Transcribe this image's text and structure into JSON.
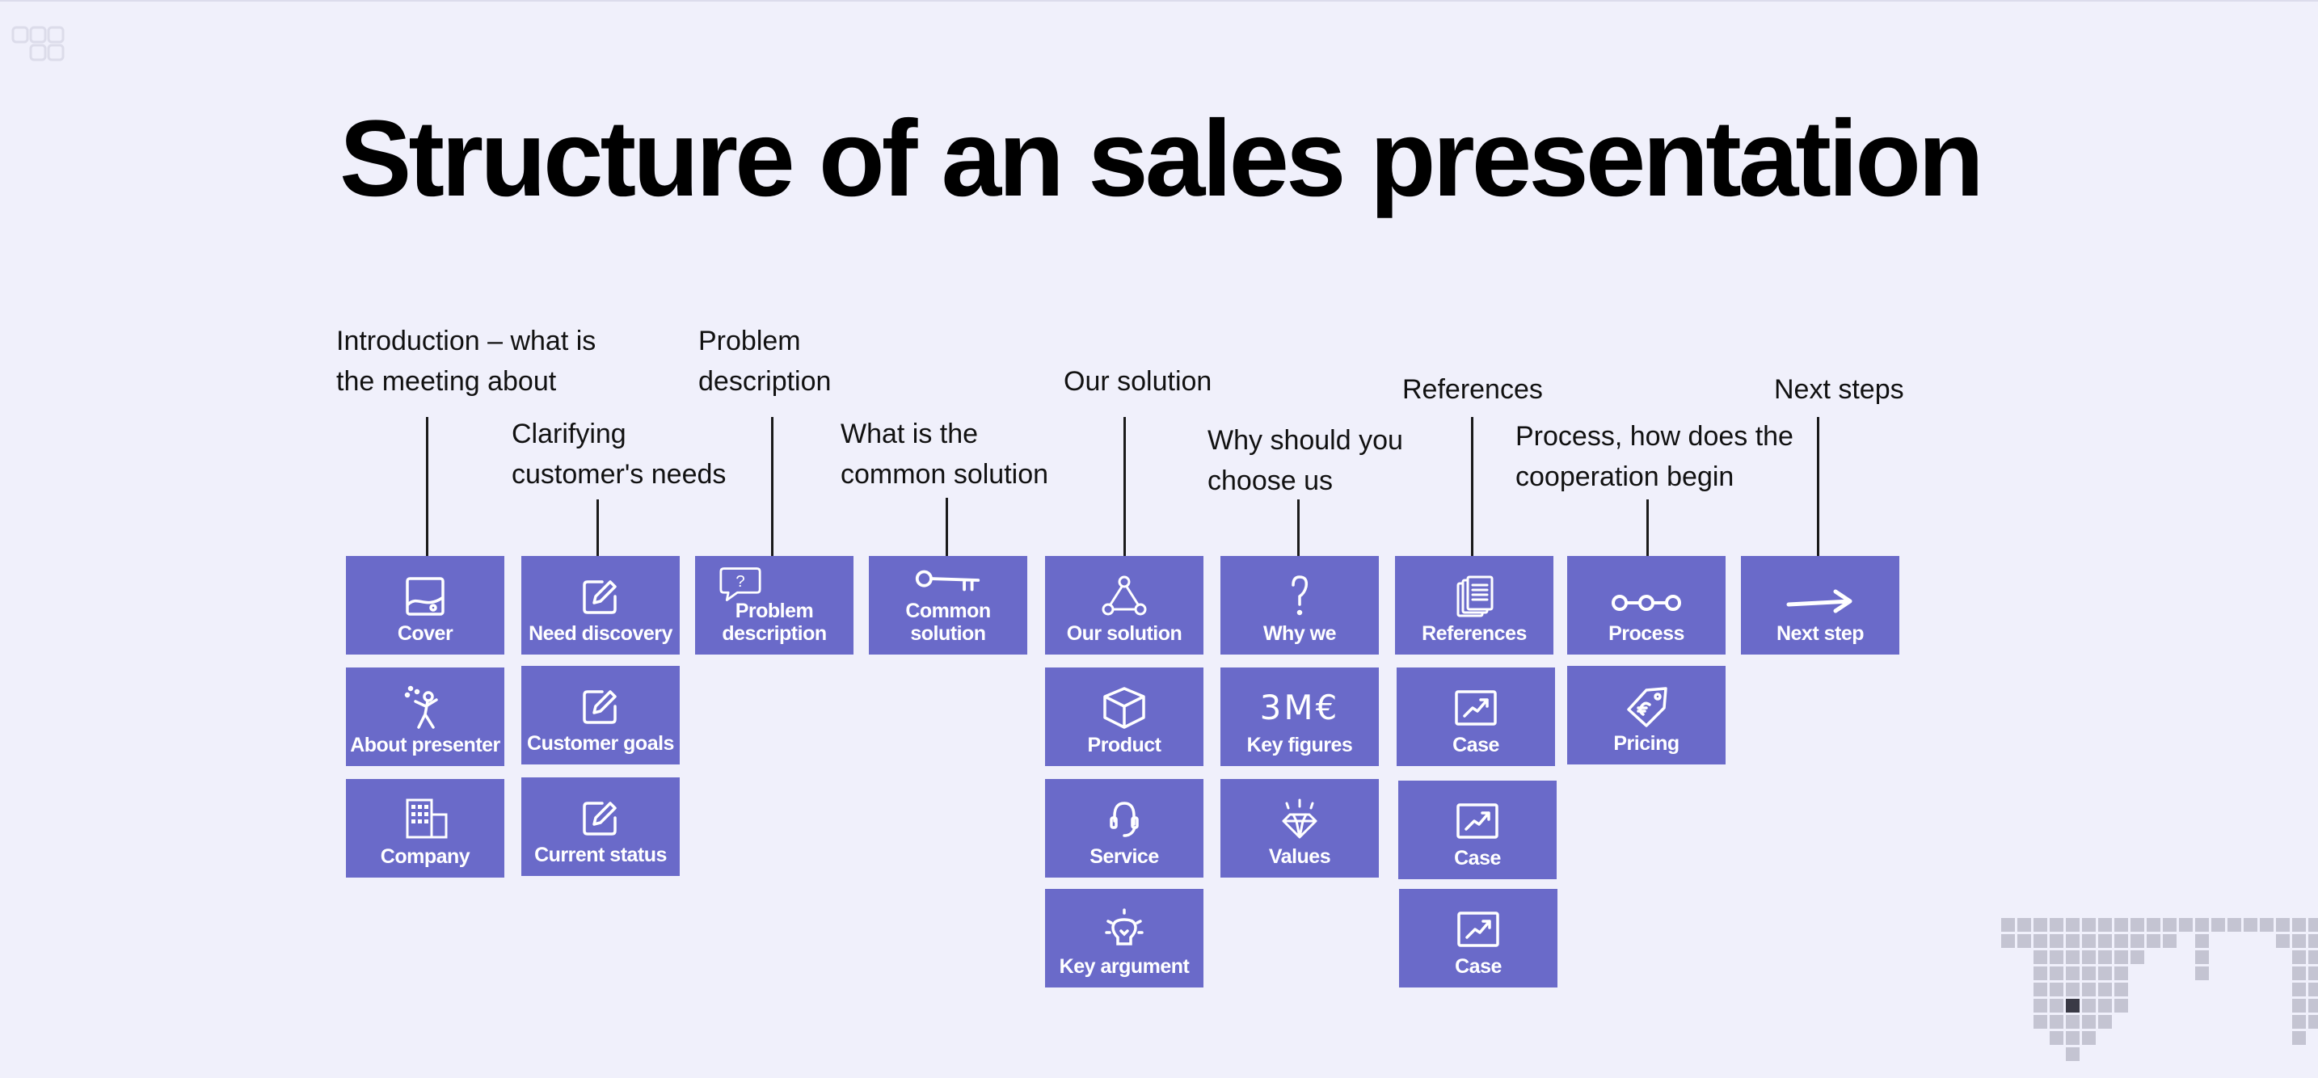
{
  "title": "Structure of an sales presentation",
  "labels": [
    {
      "id": "intro",
      "text": "Introduction – what is\nthe meeting about"
    },
    {
      "id": "clarify",
      "text": "Clarifying\ncustomer's needs"
    },
    {
      "id": "problem",
      "text": "Problem\ndescription"
    },
    {
      "id": "common",
      "text": "What is the\ncommon solution"
    },
    {
      "id": "our",
      "text": "Our solution"
    },
    {
      "id": "why",
      "text": "Why should you\nchoose us"
    },
    {
      "id": "refs",
      "text": "References"
    },
    {
      "id": "process",
      "text": "Process, how does the\ncooperation begin"
    },
    {
      "id": "next",
      "text": "Next steps"
    }
  ],
  "tiles": [
    {
      "label": "Cover",
      "icon": "picture-icon"
    },
    {
      "label": "About presenter",
      "icon": "juggler-icon"
    },
    {
      "label": "Company",
      "icon": "building-icon"
    },
    {
      "label": "Need discovery",
      "icon": "pen-note-icon"
    },
    {
      "label": "Customer goals",
      "icon": "pen-note-icon"
    },
    {
      "label": "Current status",
      "icon": "pen-note-icon"
    },
    {
      "label": "Problem\ndescription",
      "icon": "question-bubble-icon"
    },
    {
      "label": "Common\nsolution",
      "icon": "key-icon"
    },
    {
      "label": "Our solution",
      "icon": "triangle-nodes-icon"
    },
    {
      "label": "Product",
      "icon": "box-icon"
    },
    {
      "label": "Service",
      "icon": "headset-icon"
    },
    {
      "label": "Key argument",
      "icon": "lightbulb-icon"
    },
    {
      "label": "Why we",
      "icon": "question-mark-icon"
    },
    {
      "label": "Key figures",
      "icon": "figures-icon",
      "glyph": "3M€"
    },
    {
      "label": "Values",
      "icon": "diamond-icon"
    },
    {
      "label": "References",
      "icon": "documents-icon"
    },
    {
      "label": "Case",
      "icon": "chart-up-icon"
    },
    {
      "label": "Case",
      "icon": "chart-up-icon"
    },
    {
      "label": "Case",
      "icon": "chart-up-icon"
    },
    {
      "label": "Process",
      "icon": "process-icon"
    },
    {
      "label": "Pricing",
      "icon": "price-tag-icon"
    },
    {
      "label": "Next step",
      "icon": "arrow-right-icon"
    }
  ],
  "colors": {
    "tile": "#6a6ac9",
    "background": "#f0f0fb"
  }
}
